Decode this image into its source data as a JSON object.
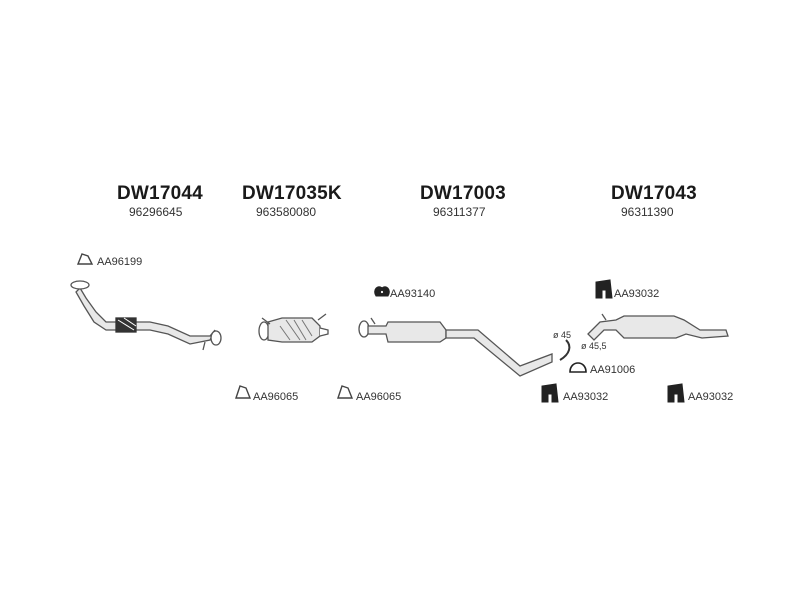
{
  "groups": [
    {
      "title": "DW17044",
      "code": "96296645"
    },
    {
      "title": "DW17035K",
      "code": "963580080"
    },
    {
      "title": "DW17003",
      "code": "96311377"
    },
    {
      "title": "DW17043",
      "code": "96311390"
    }
  ],
  "parts": {
    "gasket_top": "AA96199",
    "gasket_cat_left": "AA96065",
    "gasket_cat_right": "AA96065",
    "rubber_mount_mid": "AA93140",
    "rubber_mount_rear_top": "AA93032",
    "clamp": "AA91006",
    "rubber_mount_rear_left": "AA93032",
    "rubber_mount_rear_right": "AA93032"
  },
  "dimensions": {
    "diameter_left": "ø 45",
    "diameter_right": "ø 45,5"
  },
  "colors": {
    "line": "#555555",
    "fill": "#e6e6e6",
    "dark": "#222222"
  }
}
